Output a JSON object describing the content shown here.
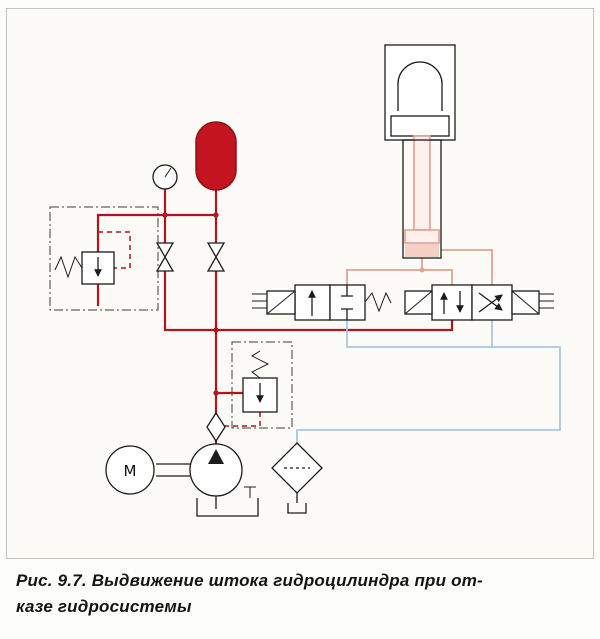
{
  "figure": {
    "caption_line1": "Рис. 9.7. Выдвижение штока гидроцилиндра при от-",
    "caption_line2": "казе гидросистемы",
    "motor_label": "М"
  },
  "colors": {
    "pressure_line": "#b5121b",
    "return_line": "#a9c7e4",
    "cylinder_line": "#e2a191",
    "accumulator_fill": "#c41420"
  },
  "components": [
    {
      "name": "hydraulic-cylinder-with-load"
    },
    {
      "name": "accumulator"
    },
    {
      "name": "pressure-gauge"
    },
    {
      "name": "shut-off-valve-left"
    },
    {
      "name": "shut-off-valve-right"
    },
    {
      "name": "pressure-relief-valve-accumulator-block"
    },
    {
      "name": "pressure-relief-valve-pump"
    },
    {
      "name": "solenoid-valve-2-2"
    },
    {
      "name": "directional-valve-4-2"
    },
    {
      "name": "check-valve"
    },
    {
      "name": "pump"
    },
    {
      "name": "electric-motor"
    },
    {
      "name": "filter"
    },
    {
      "name": "tank"
    }
  ]
}
